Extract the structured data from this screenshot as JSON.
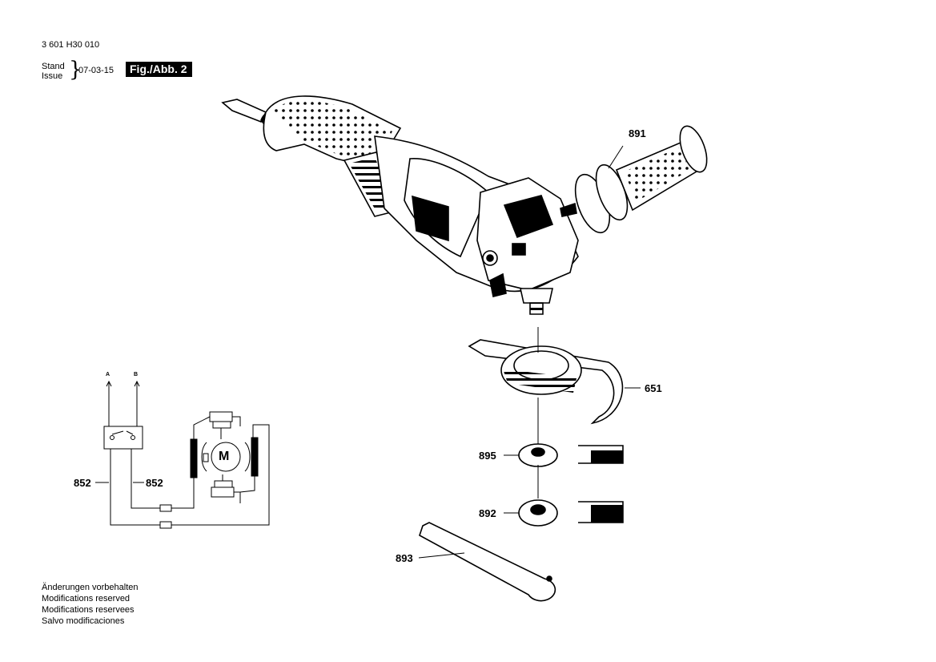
{
  "header": {
    "doc_number": "3 601 H30 010",
    "stand_label": "Stand",
    "issue_label": "Issue",
    "date": "07-03-15",
    "figure_label": "Fig./Abb. 2"
  },
  "callouts": {
    "handle": "891",
    "guard": "651",
    "flange": "895",
    "nut": "892",
    "spanner": "893",
    "switch_left": "852",
    "switch_right": "852"
  },
  "schematic": {
    "terminal_a": "A",
    "terminal_b": "B",
    "motor": "M"
  },
  "notes": [
    "Änderungen vorbehalten",
    "Modifications reserved",
    "Modifications reservees",
    "Salvo modificaciones"
  ]
}
